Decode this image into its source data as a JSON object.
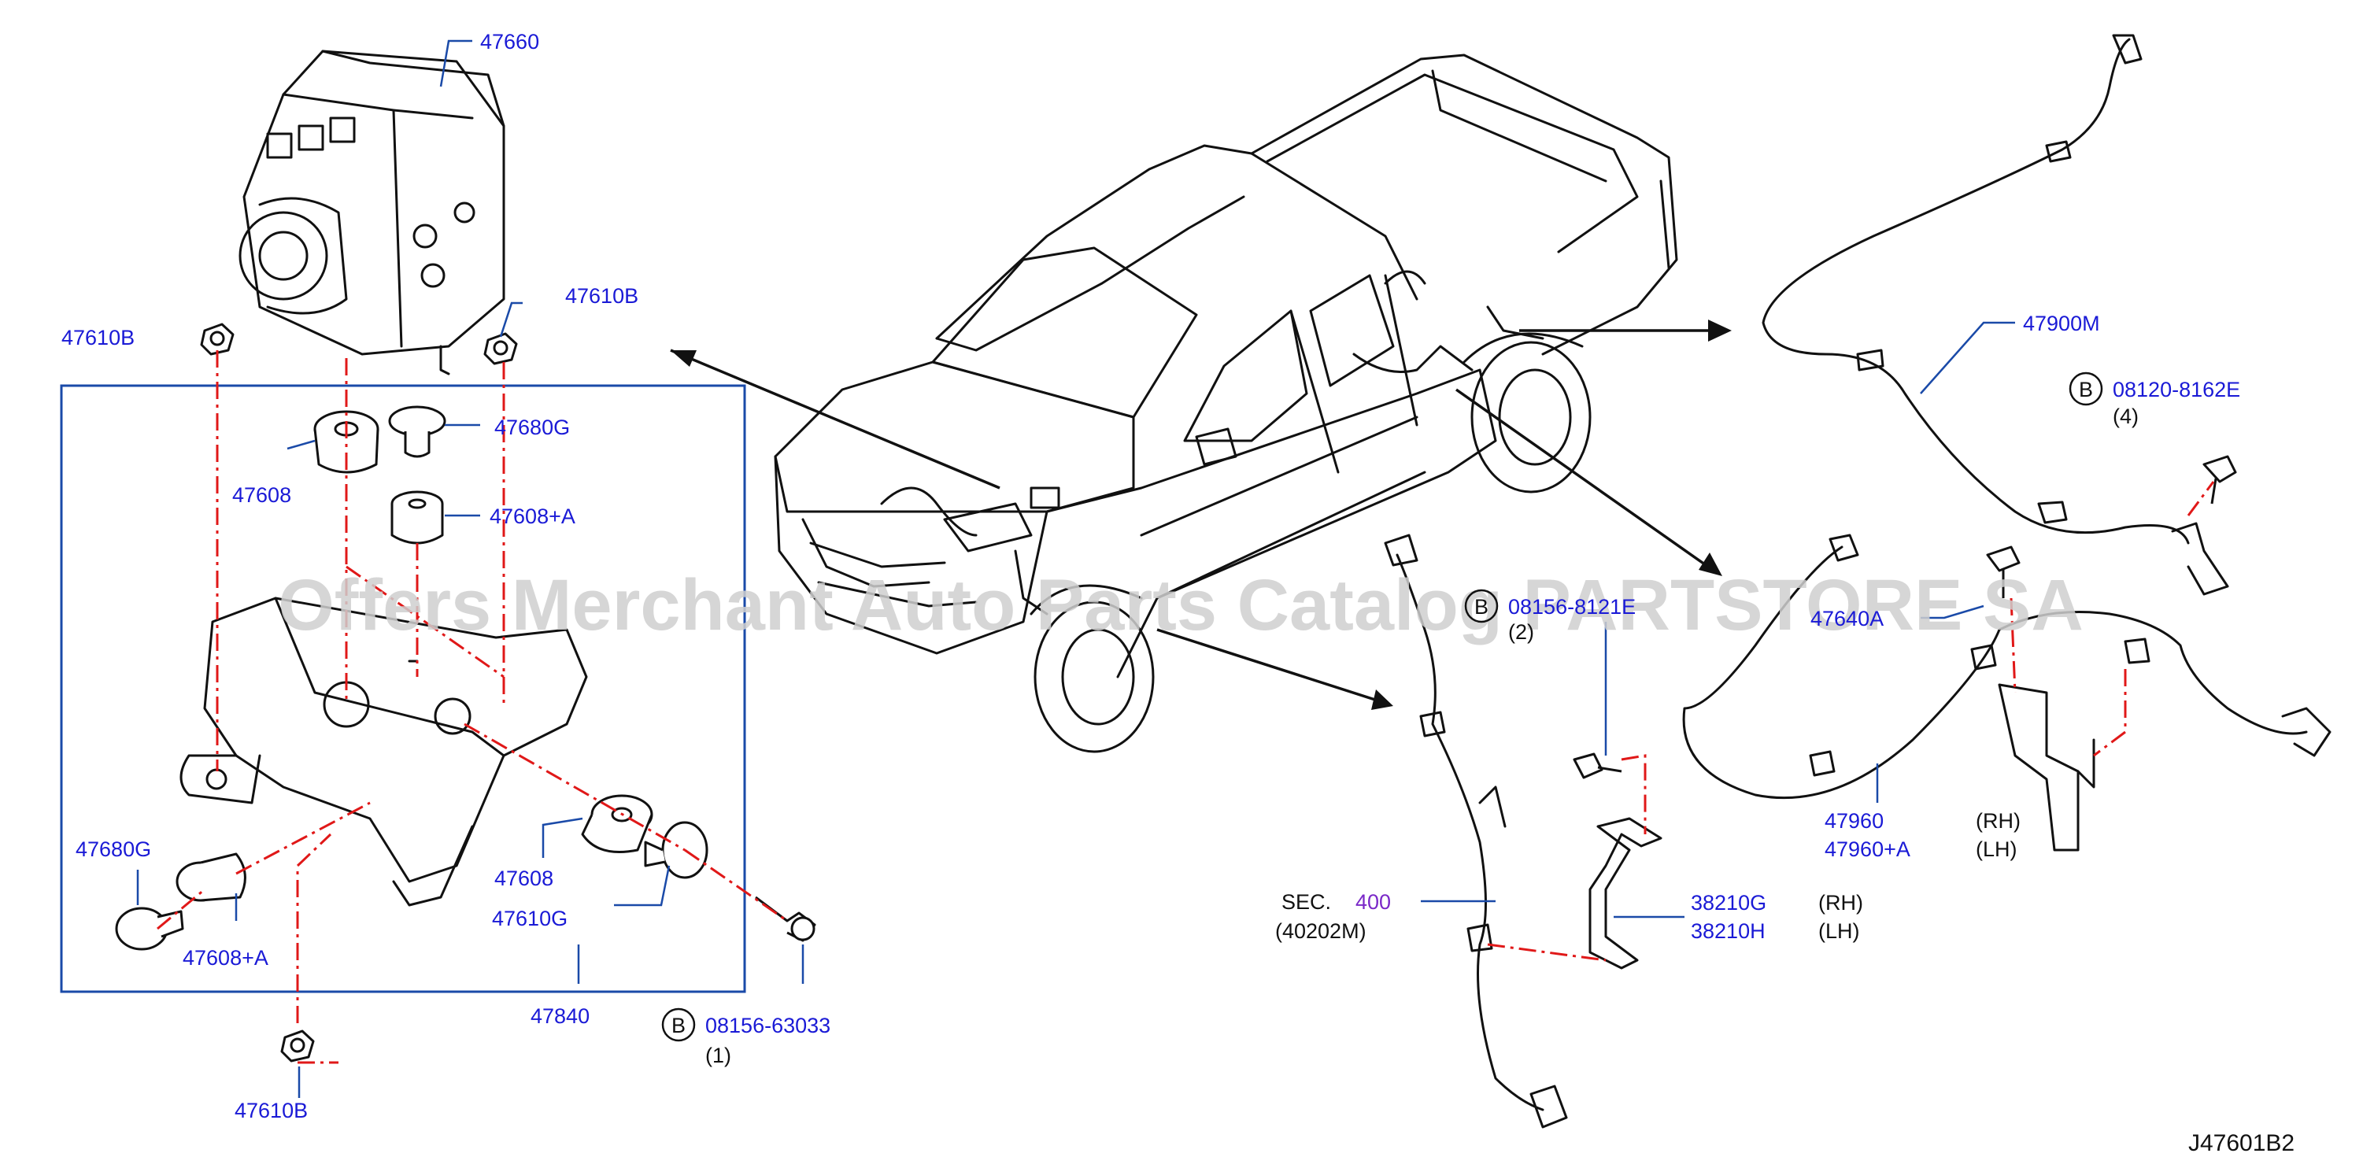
{
  "watermark": "Offers Merchant Auto Parts Catalog PARTSTORE SA",
  "diagram_code": "J47601B2",
  "bolt_marker": "B",
  "parts": {
    "abs_actuator": "47660",
    "nut_top_left": "47610B",
    "nut_top_right": "47610B",
    "nut_bottom": "47610B",
    "insulator_upper": "47608",
    "insulator_lower": "47608",
    "collar_upper": "47680G",
    "collar_lower": "47680G",
    "insulator_a_upper": "47608+A",
    "insulator_a_lower": "47608+A",
    "collar_side": "47610G",
    "bracket": "47840",
    "bolt_bracket": "08156-63033",
    "bolt_bracket_qty": "(1)",
    "sensor_rear": "47900M",
    "bolt_rear": "08120-8162E",
    "bolt_rear_qty": "(4)",
    "sensor_front_rh": "47960",
    "sensor_front_lh": "47960+A",
    "sensor_front_rh_side": "(RH)",
    "sensor_front_lh_side": "(LH)",
    "sensor_front_mid": "47640A",
    "bolt_front": "08156-8121E",
    "bolt_front_qty": "(2)",
    "bracket_rh": "38210G",
    "bracket_lh": "38210H",
    "bracket_rh_side": "(RH)",
    "bracket_lh_side": "(LH)",
    "sec_label": "SEC.",
    "sec_number": "400",
    "sec_ref": "(40202M)"
  }
}
